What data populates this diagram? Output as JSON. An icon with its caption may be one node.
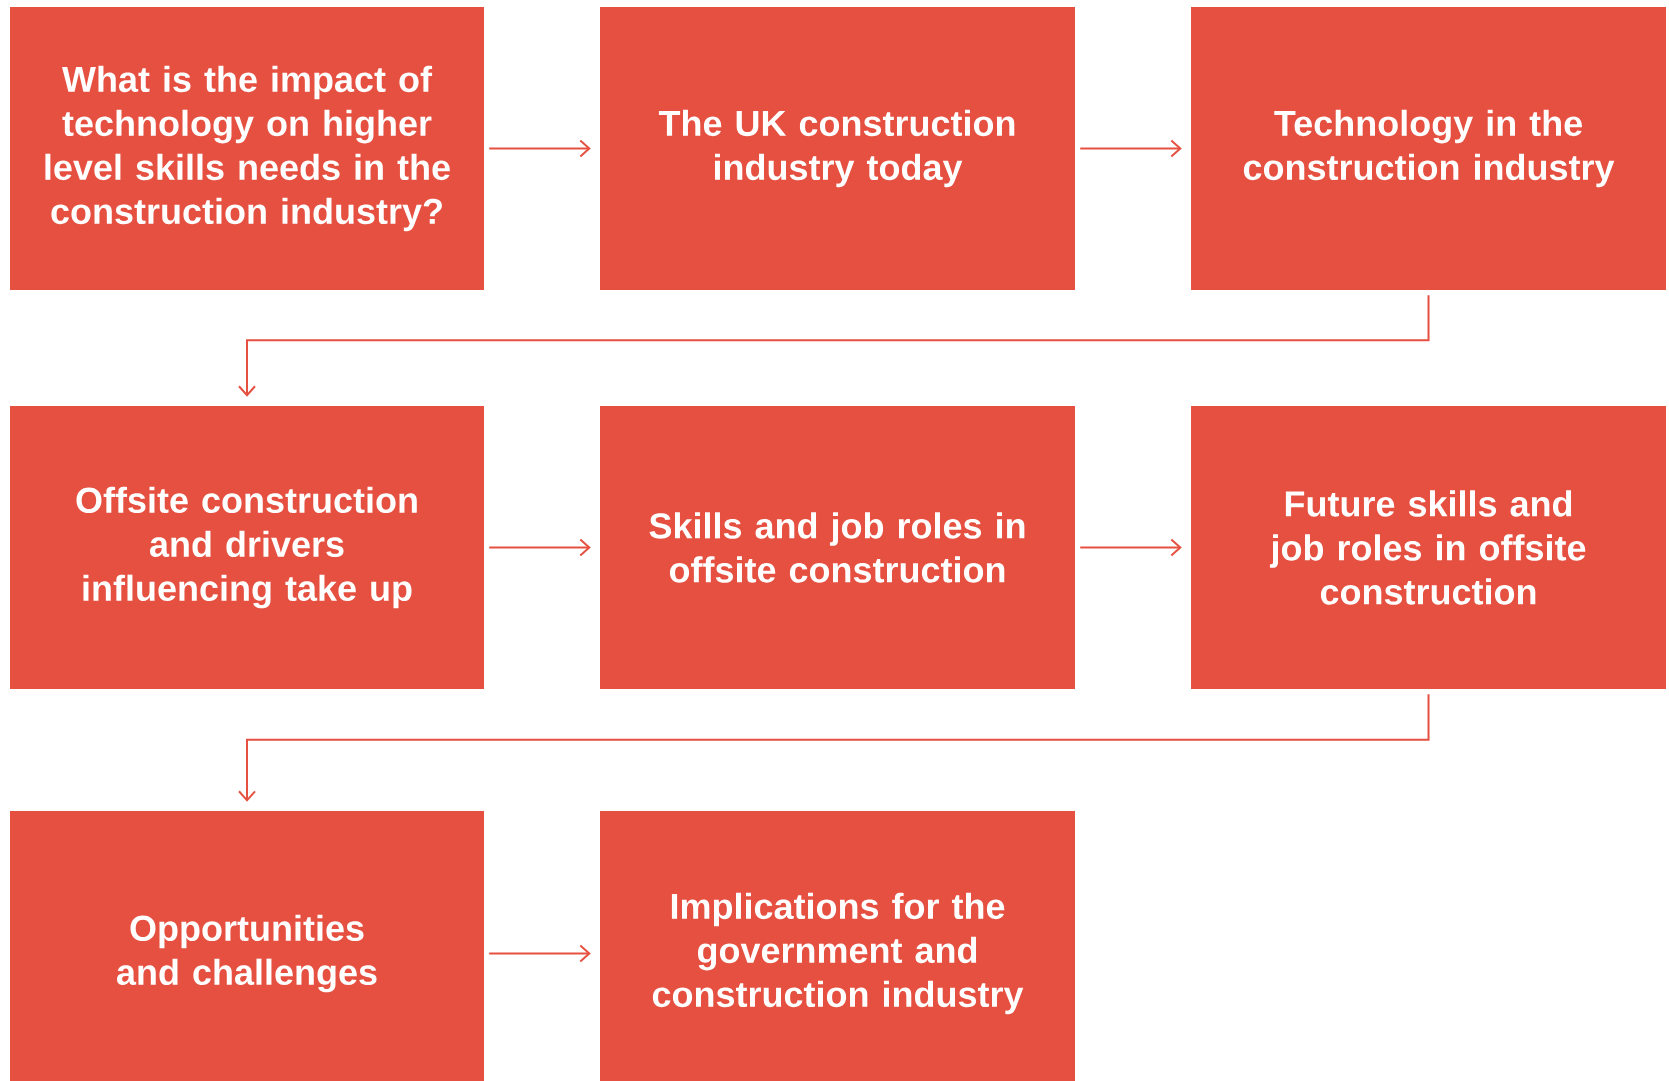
{
  "diagram": {
    "nodes": [
      {
        "text": [
          "What is the impact of technology on higher level skills needs in the construction industry?"
        ]
      },
      {
        "text": [
          "The UK construction industry today"
        ]
      },
      {
        "text": [
          "Technology in the construction industry"
        ]
      },
      {
        "text": [
          "Offsite construction and drivers influencing take up"
        ]
      },
      {
        "text": [
          "Skills and job roles in offsite construction"
        ]
      },
      {
        "text": [
          "Future skills and job roles in offsite construction"
        ]
      },
      {
        "text": [
          "Opportunities and challenges"
        ]
      },
      {
        "text": [
          "Implications for the government and construction industry"
        ]
      }
    ],
    "edges": [
      {
        "from": 0,
        "to": 1,
        "arrow": "to"
      },
      {
        "from": 1,
        "to": 2,
        "arrow": "to"
      },
      {
        "from": 2,
        "to": 3,
        "arrow": "to"
      },
      {
        "from": 3,
        "to": 4,
        "arrow": "to"
      },
      {
        "from": 4,
        "to": 5,
        "arrow": "to"
      },
      {
        "from": 5,
        "to": 6,
        "arrow": "to"
      },
      {
        "from": 6,
        "to": 7,
        "arrow": "to"
      }
    ]
  }
}
